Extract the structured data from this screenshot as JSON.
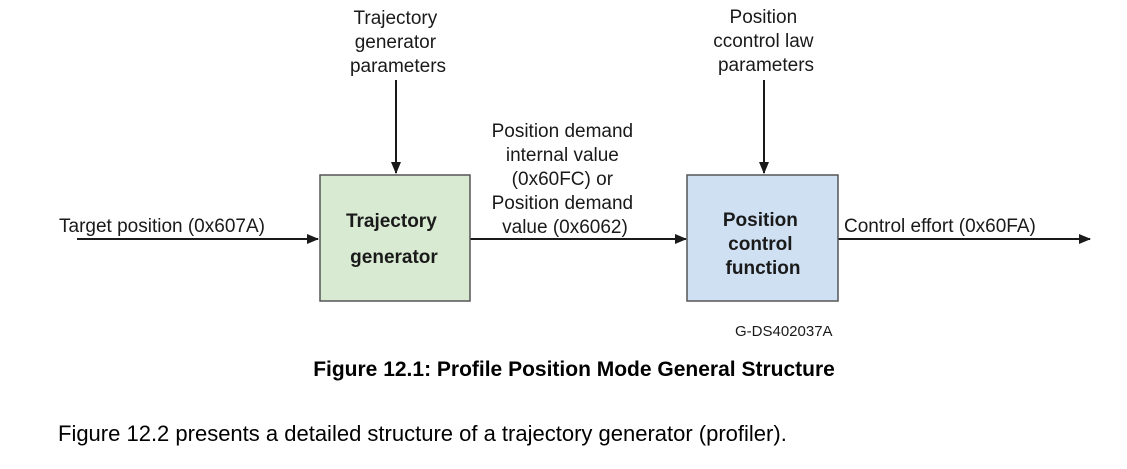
{
  "diagram": {
    "input_label": "Target position (0x607A)",
    "traj_params_lines": [
      "Trajectory",
      "generator",
      "parameters"
    ],
    "traj_box_lines": [
      "Trajectory",
      "generator"
    ],
    "demand_lines": [
      "Position demand",
      "internal value",
      "(0x60FC) or",
      "Position demand",
      "value (0x6062)"
    ],
    "pos_params_lines": [
      "Position",
      "ccontrol law",
      "parameters"
    ],
    "pos_box_lines": [
      "Position",
      "control",
      "function"
    ],
    "output_label": "Control effort (0x60FA)",
    "figure_code": "G-DS402037A"
  },
  "caption": "Figure 12.1: Profile Position Mode General Structure",
  "body_text": "Figure 12.2 presents a detailed structure of a trajectory generator (profiler).",
  "colors": {
    "line": "#1a1a1a",
    "traj_box_fill": "#d9ead3",
    "pos_box_fill": "#cfe0f3",
    "box_border": "#555555"
  }
}
